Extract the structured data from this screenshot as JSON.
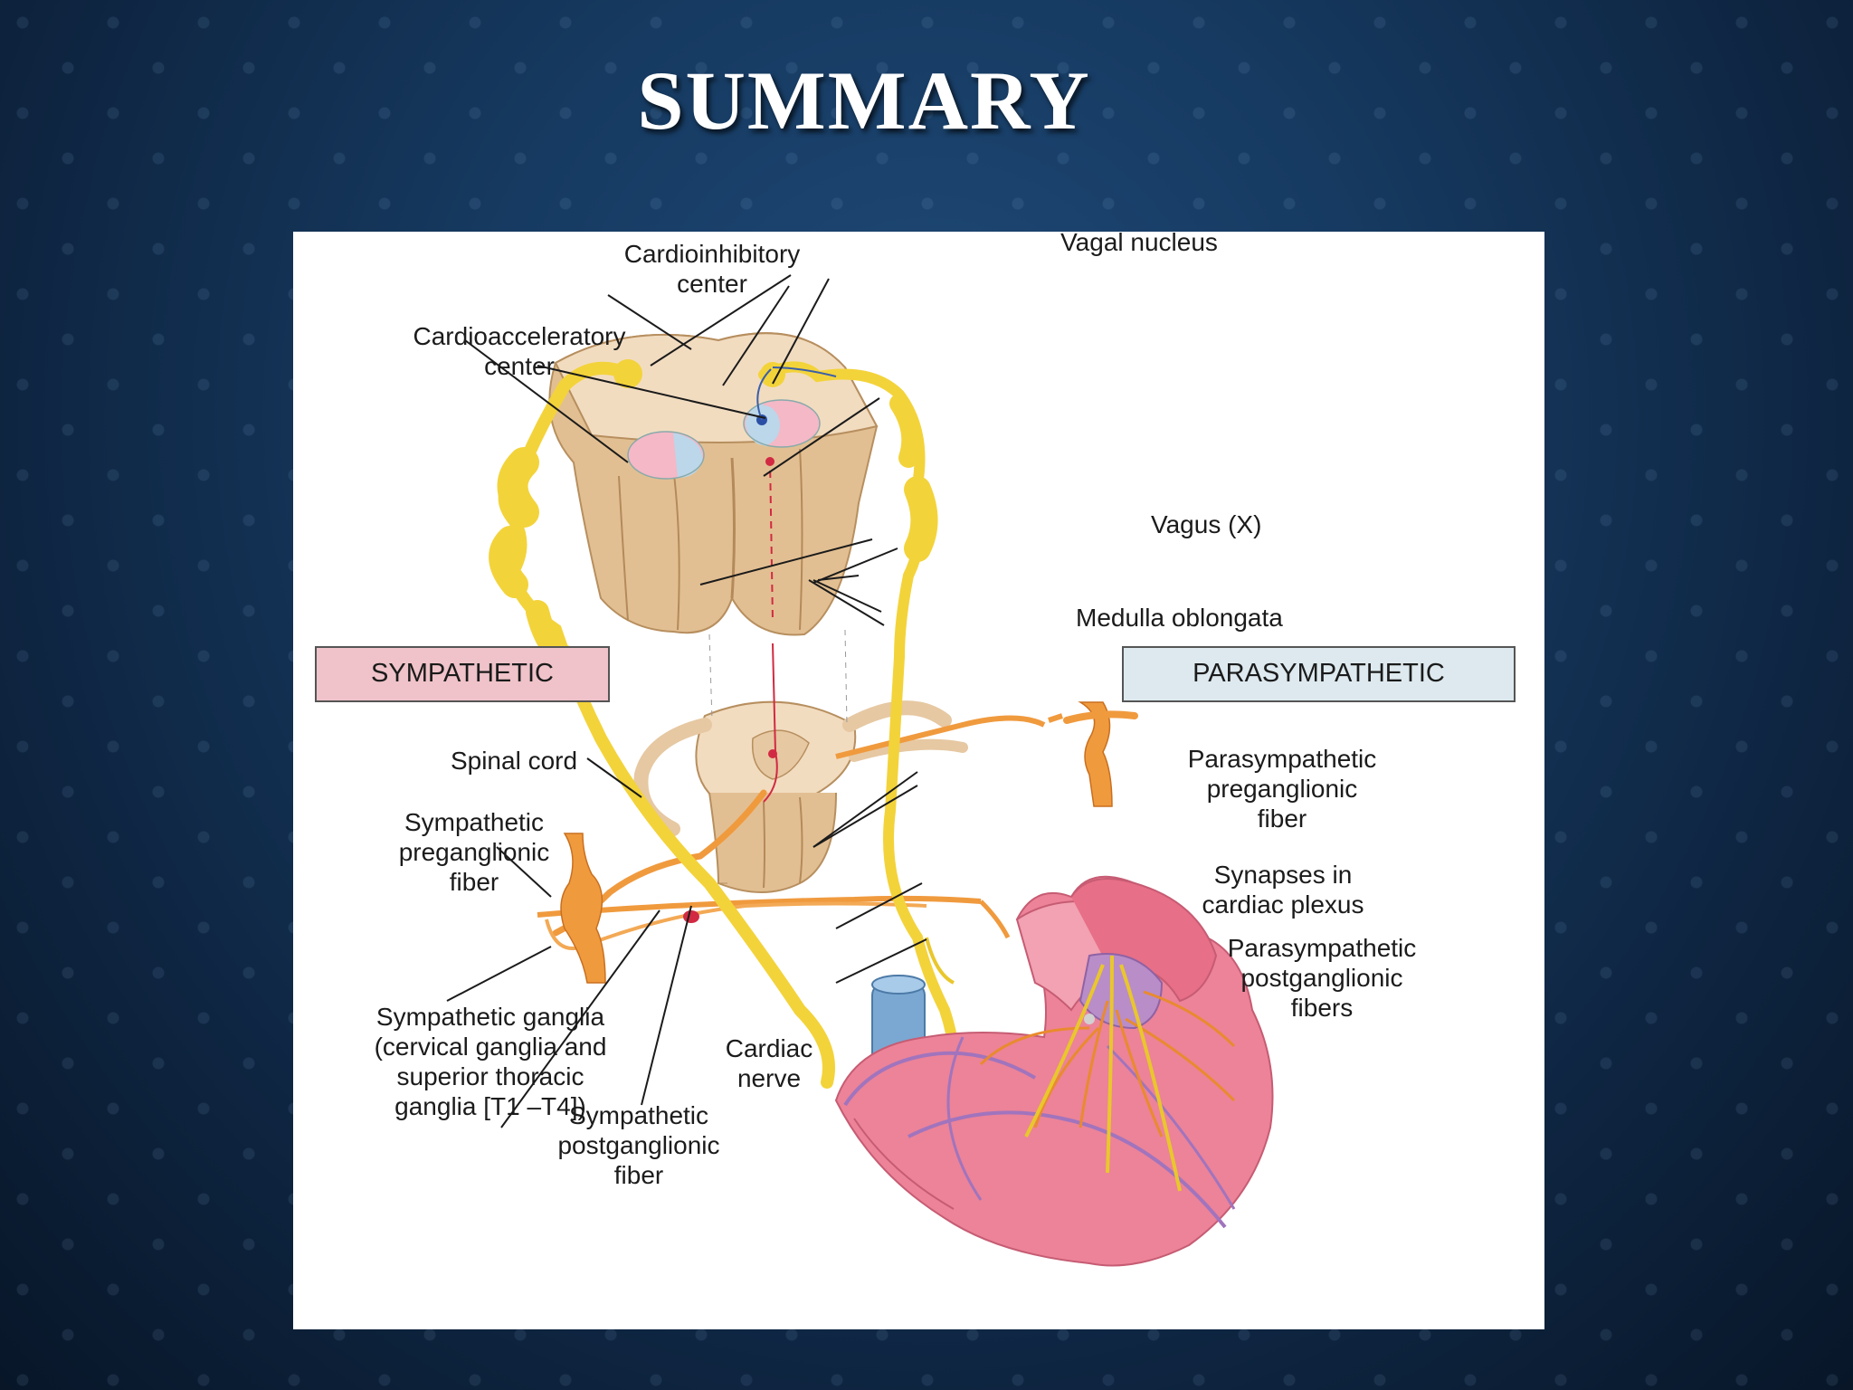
{
  "slide": {
    "title": "SUMMARY"
  },
  "diagram": {
    "labels": {
      "vagal_nucleus": "Vagal nucleus",
      "cardioinhibitory_center": "Cardioinhibitory\ncenter",
      "cardioacceleratory_center": "Cardioacceleratory\ncenter",
      "vagus": "Vagus (X)",
      "medulla_oblongata": "Medulla oblongata",
      "sympathetic": "SYMPATHETIC",
      "parasympathetic": "PARASYMPATHETIC",
      "spinal_cord": "Spinal cord",
      "sympathetic_preganglionic_fiber": "Sympathetic\npreganglionic\nfiber",
      "parasympathetic_preganglionic_fiber": "Parasympathetic\npreganglionic\nfiber",
      "synapses_in_cardiac_plexus": "Synapses in\ncardiac plexus",
      "parasympathetic_postganglionic_fibers": "Parasympathetic\npostganglionic\nfibers",
      "sympathetic_ganglia": "Sympathetic ganglia\n(cervical ganglia and\nsuperior thoracic\nganglia [T1 –T4])",
      "cardiac_nerve": "Cardiac\nnerve",
      "sympathetic_postganglionic_fiber": "Sympathetic\npostganglionic\nfiber"
    },
    "colors": {
      "sympathetic_box": "#efc3c9",
      "parasympathetic_box": "#dde9ef",
      "nerve_yellow": "#f3d33a",
      "sympathetic_orange": "#f09a3e",
      "heart_pink": "#ec8398",
      "spinal_tan": "#e8c9a0"
    }
  }
}
